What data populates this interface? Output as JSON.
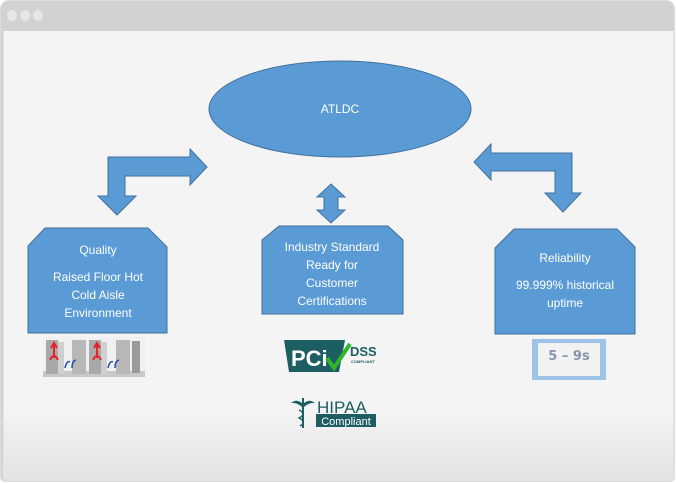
{
  "window": {
    "controls": [
      "close",
      "minimize",
      "maximize"
    ]
  },
  "diagram": {
    "center": {
      "label": "ATLDC"
    },
    "boxes": [
      {
        "id": "quality",
        "lines": [
          "Quality",
          "Raised Floor Hot",
          "Cold Aisle",
          "Environment"
        ]
      },
      {
        "id": "industry",
        "lines": [
          "Industry Standard",
          "Ready for",
          "Customer",
          "Certifications"
        ]
      },
      {
        "id": "reliability",
        "lines": [
          "Reliability",
          "99.999% historical",
          "uptime"
        ]
      }
    ],
    "badges": {
      "pci": {
        "main": "PCi",
        "sub1": "DSS",
        "sub2": "COMPLIANT"
      },
      "hipaa": {
        "main": "HIPAA",
        "sub": "Compliant"
      },
      "nines": {
        "label": "5 – 9s"
      }
    },
    "colors": {
      "shape_fill": "#5b9bd5",
      "shape_stroke": "#41719c",
      "badge_teal": "#1d5e63",
      "check_green": "#2fb52a",
      "hot_red": "#e8202a",
      "cold_blue": "#2a4fb0"
    }
  }
}
